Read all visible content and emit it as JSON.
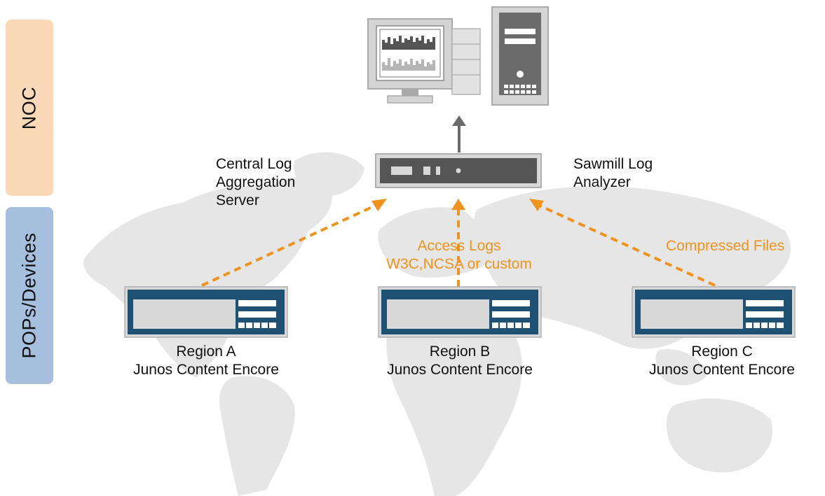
{
  "colors": {
    "noc_tab": "#fbd9b8",
    "pops_tab": "#a7bfdf",
    "arrow_orange": "#f0921e",
    "device_blue": "#1f5175",
    "map_gray": "#e6e6e6"
  },
  "sidebar": {
    "noc_label": "NOC",
    "pops_label": "POPs/Devices"
  },
  "labels": {
    "aggregation_server": [
      "Central Log",
      "Aggregation",
      "Server"
    ],
    "analyzer": [
      "Sawmill Log",
      "Analyzer"
    ],
    "access_logs": [
      "Access Logs",
      "W3C,NCSA or custom"
    ],
    "compressed_files": "Compressed Files"
  },
  "regions": [
    {
      "name": "Region A",
      "product": "Junos Content Encore"
    },
    {
      "name": "Region B",
      "product": "Junos Content Encore"
    },
    {
      "name": "Region C",
      "product": "Junos Content Encore"
    }
  ],
  "icons": {
    "workstation": "computer-workstation-icon",
    "server": "aggregation-server-icon",
    "device": "content-encore-device-icon",
    "map": "world-map-background"
  }
}
